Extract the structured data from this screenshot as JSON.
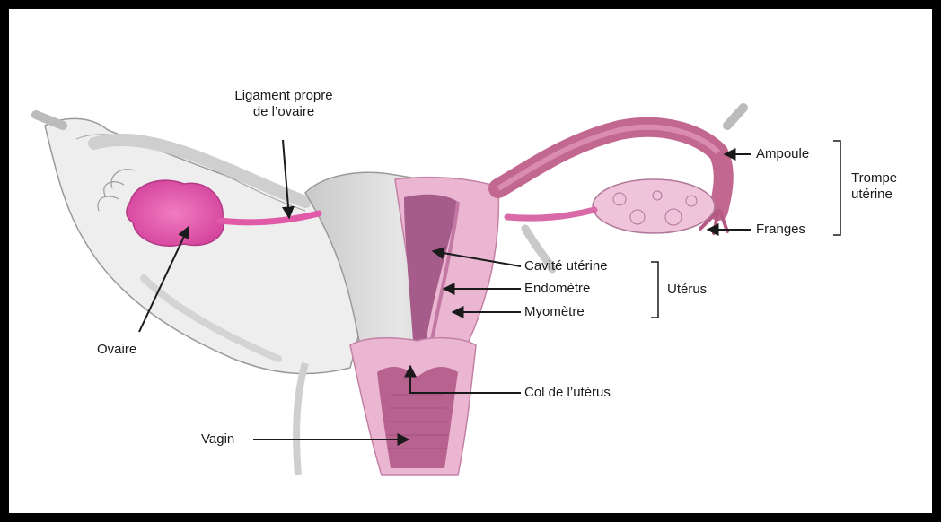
{
  "labels": {
    "ligament_line1": "Ligament propre",
    "ligament_line2": "de l’ovaire",
    "ovaire": "Ovaire",
    "ampoule": "Ampoule",
    "franges": "Franges",
    "trompe_line1": "Trompe",
    "trompe_line2": "utérine",
    "cavite": "Cavité utérine",
    "endometre": "Endomètre",
    "myometre": "Myomètre",
    "uterus": "Utérus",
    "col": "Col de l’utérus",
    "vagin": "Vagin"
  },
  "colors": {
    "frame": "#000000",
    "background": "#ffffff",
    "tissue_gray": "#d9d9d9",
    "tissue_light": "#ececec",
    "ovary_pink": "#e05aa8",
    "uterus_light_pink": "#eab6d2",
    "cavity_mauve": "#a55c8a",
    "tube_pink": "#c2678f"
  }
}
